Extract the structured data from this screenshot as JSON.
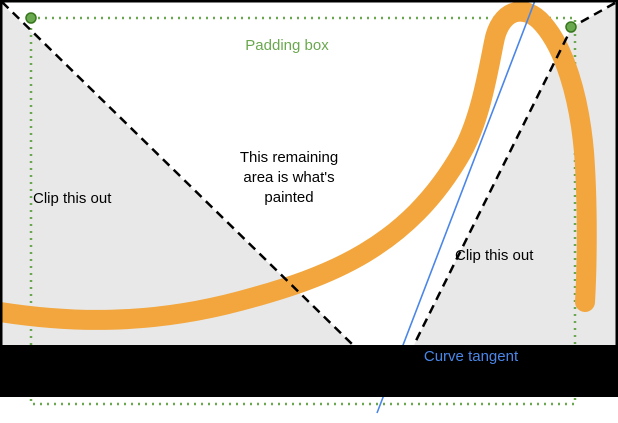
{
  "labels": {
    "padding_box": "Padding box",
    "clip_left": "Clip this out",
    "clip_right": "Clip this out",
    "remaining_text": "This remaining\narea is what's\npainted",
    "curve_tangent": "Curve tangent"
  },
  "colors": {
    "curve_orange": "#F2A63D",
    "padding_green": "#6AA84F",
    "dot_green_stroke": "#38761D",
    "tangent_blue": "#4A86E8",
    "clip_gray": "#E8E8E8",
    "border_black": "#000000",
    "background": "#FFFFFF"
  }
}
